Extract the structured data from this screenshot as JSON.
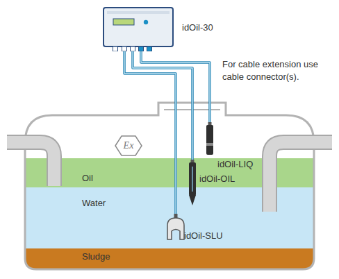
{
  "diagram": {
    "nodes": [
      {
        "text": [
          "idOil-30"
        ]
      },
      {
        "text": [
          "idOil-LIQ"
        ]
      },
      {
        "text": [
          "idOil-OIL"
        ]
      },
      {
        "text": [
          "idOil-SLU"
        ]
      },
      {
        "text": [
          "Oil"
        ]
      },
      {
        "text": [
          "Water"
        ]
      },
      {
        "text": [
          "Sludge"
        ]
      }
    ],
    "edges": [
      {
        "from": 0,
        "to": 1,
        "arrow": "none"
      },
      {
        "from": 0,
        "to": 2,
        "arrow": "none"
      },
      {
        "from": 0,
        "to": 3,
        "arrow": "none"
      }
    ],
    "labels": [
      "For cable extension use cable connector(s).",
      "Ex"
    ]
  }
}
